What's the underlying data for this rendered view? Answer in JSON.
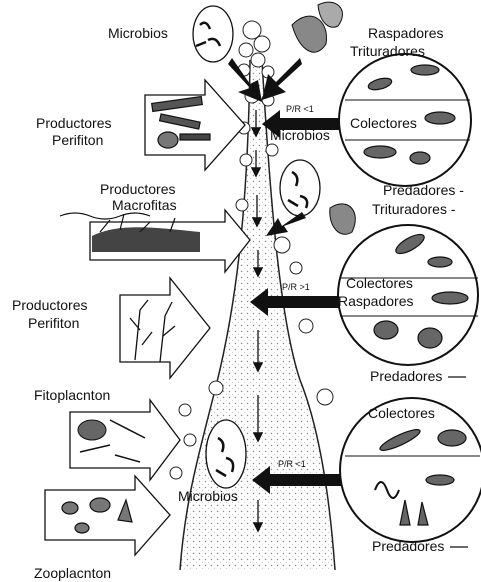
{
  "labels": {
    "microbios_top": "Microbios",
    "raspadores_top": "Raspadores",
    "trituradores_top": "Trituradores",
    "productores_perifiton_1_line1": "Productores",
    "productores_perifiton_1_line2": "Perifiton",
    "microbios_mid": "Microbios",
    "colectores_top": "Colectores",
    "productores_macrofitas_line1": "Productores",
    "productores_macrofitas_line2": "Macrofitas",
    "predadores_top": "Predadores -",
    "trituradores_mid": "Trituradores -",
    "colectores_mid": "Colectores",
    "raspadores_mid": "Raspadores",
    "productores_perifiton_2_line1": "Productores",
    "productores_perifiton_2_line2": "Perifiton",
    "predadores_mid": "Predadores",
    "fitoplacnton": "Fitoplacnton",
    "colectores_bottom": "Colectores",
    "microbios_bottom": "Microbios",
    "predadores_bottom": "Predadores",
    "zooplacnton": "Zooplacnton"
  },
  "ratios": {
    "top": "P/R <1",
    "middle": "P/R >1",
    "bottom": "P/R <1"
  },
  "colors": {
    "ink": "#111111",
    "paper": "#ffffff",
    "water_dark": "#333333",
    "speckle": "#777777"
  }
}
